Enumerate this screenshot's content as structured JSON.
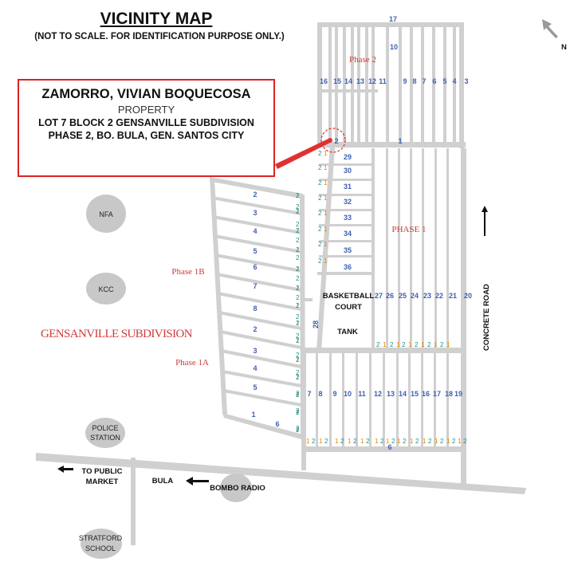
{
  "header": {
    "title": "VICINITY MAP",
    "subtitle": "(NOT TO SCALE. FOR IDENTIFICATION PURPOSE ONLY.)"
  },
  "owner_box": {
    "name": "ZAMORRO, VIVIAN BOQUECOSA",
    "label": "PROPERTY",
    "lot_line": "LOT 7   BLOCK 2  GENSANVILLE SUBDIVISION",
    "address_line": "PHASE 2, BO. BULA,  GEN. SANTOS CITY"
  },
  "north": {
    "label": "N"
  },
  "phases": {
    "phase2": "Phase 2",
    "phase1": "PHASE 1",
    "phase1b": "Phase 1B",
    "phase1a": "Phase 1A"
  },
  "subdivision": "GENSANVILLE SUBDIVISION",
  "landmarks": {
    "nfa": "NFA",
    "kcc": "KCC",
    "police_l1": "POLICE",
    "police_l2": "STATION",
    "stratford_l1": "STRATFORD",
    "stratford_l2": "SCHOOL",
    "bombo": "BOMBO RADIO",
    "bula": "BULA",
    "market_l1": "TO PUBLIC",
    "market_l2": "MARKET",
    "concrete_road": "CONCRETE ROAD",
    "court_l1": "BASKETBALL",
    "court_l2": "COURT",
    "tank": "TANK"
  },
  "lots": {
    "phase2_top": "17",
    "phase2_upper": "10",
    "phase2_row": [
      "16",
      "15",
      "14",
      "13",
      "12",
      "11",
      "9",
      "8",
      "7",
      "6",
      "5",
      "4",
      "3"
    ],
    "phase2_selected": "2",
    "phase2_one": "1",
    "phase1_left": [
      "29",
      "30",
      "31",
      "32",
      "33",
      "34",
      "35",
      "36"
    ],
    "phase1_upper": [
      "27",
      "26",
      "25",
      "24",
      "23",
      "22",
      "21",
      "20"
    ],
    "phase1_lower": [
      "7",
      "8",
      "9",
      "10",
      "11",
      "12",
      "13",
      "14",
      "15",
      "16",
      "17",
      "18",
      "19"
    ],
    "phase1_bottom": "6",
    "phase1_28": "28",
    "phase1b": [
      "2",
      "3",
      "4",
      "5",
      "6",
      "7",
      "8"
    ],
    "phase1a": [
      "2",
      "3",
      "4",
      "5",
      "1",
      "6"
    ],
    "marker_1": "1",
    "marker_2": "2"
  }
}
